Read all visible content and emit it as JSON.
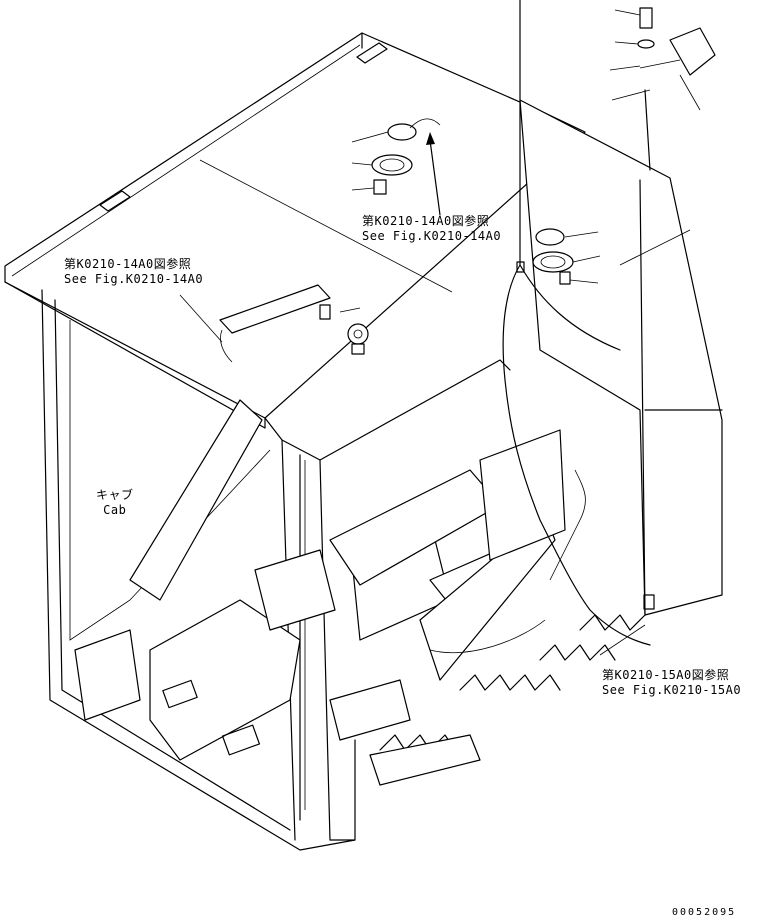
{
  "callouts": {
    "top_right_ref": {
      "ja": "第K0210-14A0図参照",
      "en": "See Fig.K0210-14A0"
    },
    "left_ref": {
      "ja": "第K0210-14A0図参照",
      "en": "See Fig.K0210-14A0"
    },
    "bottom_right_ref": {
      "ja": "第K0210-15A0図参照",
      "en": "See Fig.K0210-15A0"
    }
  },
  "cab_label": {
    "ja": "キャブ",
    "en": "Cab"
  },
  "drawing_number": "00052095"
}
